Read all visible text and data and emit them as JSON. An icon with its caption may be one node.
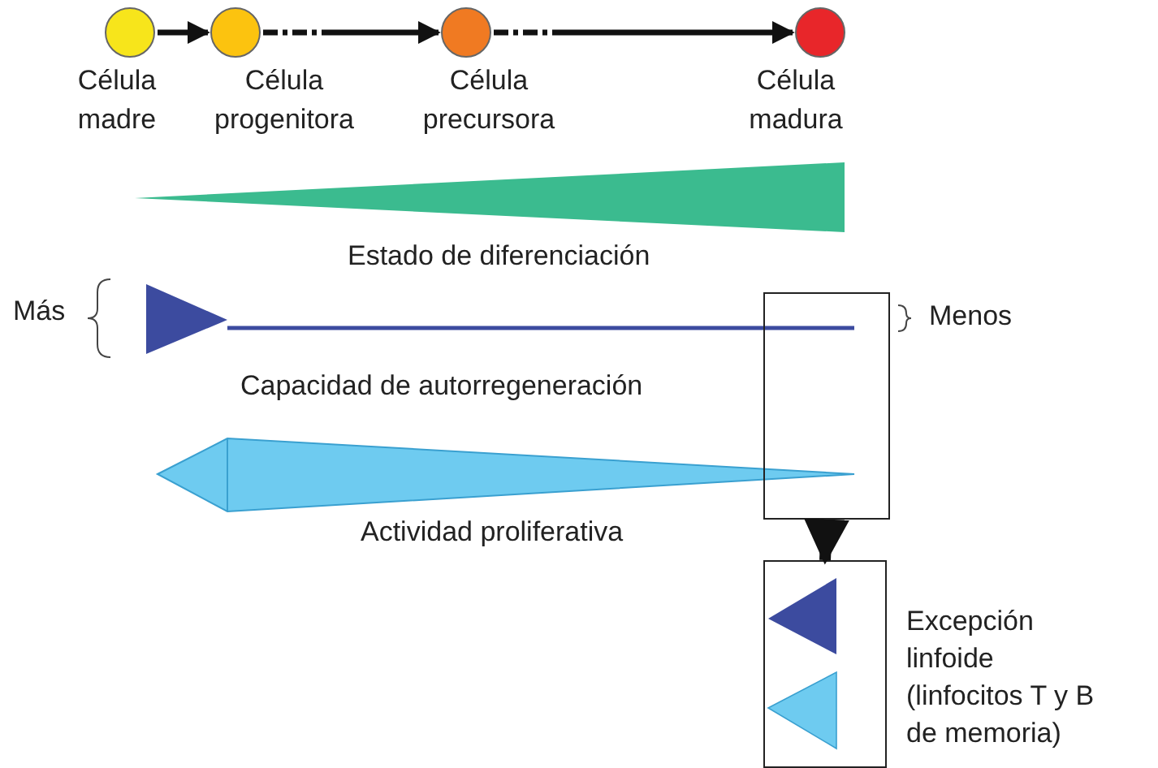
{
  "diagram": {
    "nodes": [
      {
        "text": [
          "Célula madre"
        ]
      },
      {
        "text": [
          "Célula progenitora"
        ]
      },
      {
        "text": [
          "Célula precursora"
        ]
      },
      {
        "text": [
          "Célula madura"
        ]
      },
      {
        "text": [],
        "shape": "box"
      },
      {
        "text": [],
        "shape": "box",
        "beside": [
          "Excepción linfoide (linfocitos T y B de memoria)"
        ]
      }
    ],
    "edges": [
      {
        "from": 0,
        "to": 1,
        "arrow": "to"
      },
      {
        "from": 1,
        "to": 2,
        "arrow": "to",
        "style": "dashed"
      },
      {
        "from": 2,
        "to": 3,
        "arrow": "to",
        "style": "dashed"
      },
      {
        "from": 4,
        "to": 5,
        "arrow": "to",
        "style": "thick"
      }
    ],
    "labels": [
      "Estado de diferenciación",
      "Más",
      "Menos",
      "Capacidad de autorregeneración",
      "Actividad proliferativa"
    ]
  }
}
